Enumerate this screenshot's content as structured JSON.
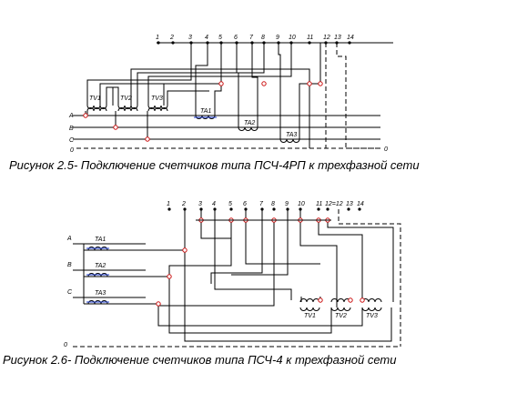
{
  "diagram1": {
    "terminals": [
      "1",
      "2",
      "3",
      "4",
      "5",
      "6",
      "7",
      "8",
      "9",
      "10",
      "11",
      "12",
      "13",
      "14"
    ],
    "phases": [
      "A",
      "B",
      "C",
      "0"
    ],
    "zero_right": "0",
    "voltage_transformers": [
      "TV1",
      "TV2",
      "TV3"
    ],
    "current_transformers": [
      "TA1",
      "TA2",
      "TA3"
    ],
    "caption": "Рисунок 2.5- Подключение счетчиков типа ПСЧ-4РП к трехфазной сети"
  },
  "diagram2": {
    "terminals": [
      "1",
      "2",
      "3",
      "4",
      "5",
      "6",
      "7",
      "8",
      "9",
      "10",
      "11",
      "12=12",
      "13",
      "14"
    ],
    "phases": [
      "A",
      "B",
      "C",
      "0"
    ],
    "current_transformers": [
      "TA1",
      "TA2",
      "TA3"
    ],
    "voltage_transformers": [
      "TV1",
      "TV2",
      "TV3"
    ],
    "caption": "Рисунок 2.6- Подключение счетчиков типа ПСЧ-4 к трехфазной сети"
  }
}
